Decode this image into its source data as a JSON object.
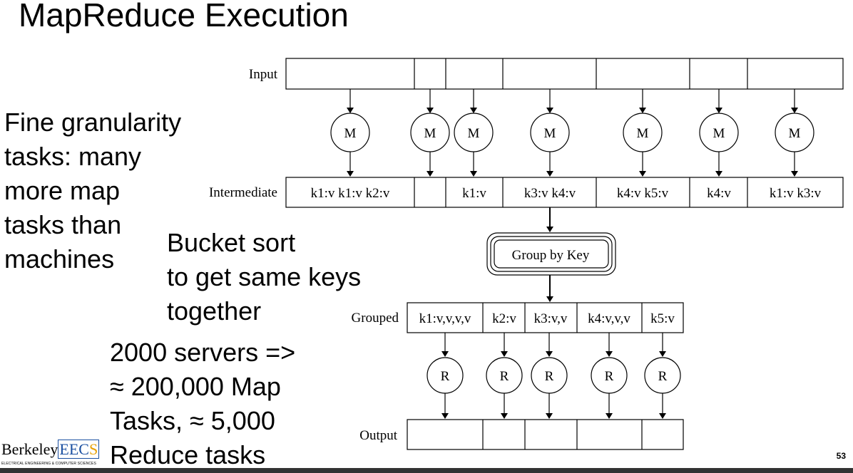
{
  "title": "MapReduce Execution",
  "notes": {
    "granularity": [
      "Fine granularity",
      "tasks: many",
      "more map",
      "tasks than",
      "machines"
    ],
    "bucket": [
      "Bucket sort",
      "to get same keys",
      "together"
    ],
    "servers": [
      "2000 servers =>",
      "≈ 200,000 Map",
      "Tasks, ≈ 5,000",
      "Reduce tasks"
    ]
  },
  "diagram": {
    "row_labels": {
      "input": "Input",
      "intermediate": "Intermediate",
      "grouped": "Grouped",
      "output": "Output"
    },
    "map_symbol": "M",
    "reduce_symbol": "R",
    "intermediate_cells": [
      "k1:v k1:v k2:v",
      "",
      "k1:v",
      "k3:v k4:v",
      "k4:v k5:v",
      "k4:v",
      "k1:v k3:v"
    ],
    "group_label": "Group by Key",
    "grouped_cells": [
      "k1:v,v,v,v",
      "k2:v",
      "k3:v,v",
      "k4:v,v,v",
      "k5:v"
    ]
  },
  "footer": {
    "logo_berkeley": "Berkeley",
    "logo_eec": "EEC",
    "logo_s": "S",
    "logo_subtitle": "ELECTRICAL ENGINEERING & COMPUTER SCIENCES",
    "page_number": "53"
  }
}
